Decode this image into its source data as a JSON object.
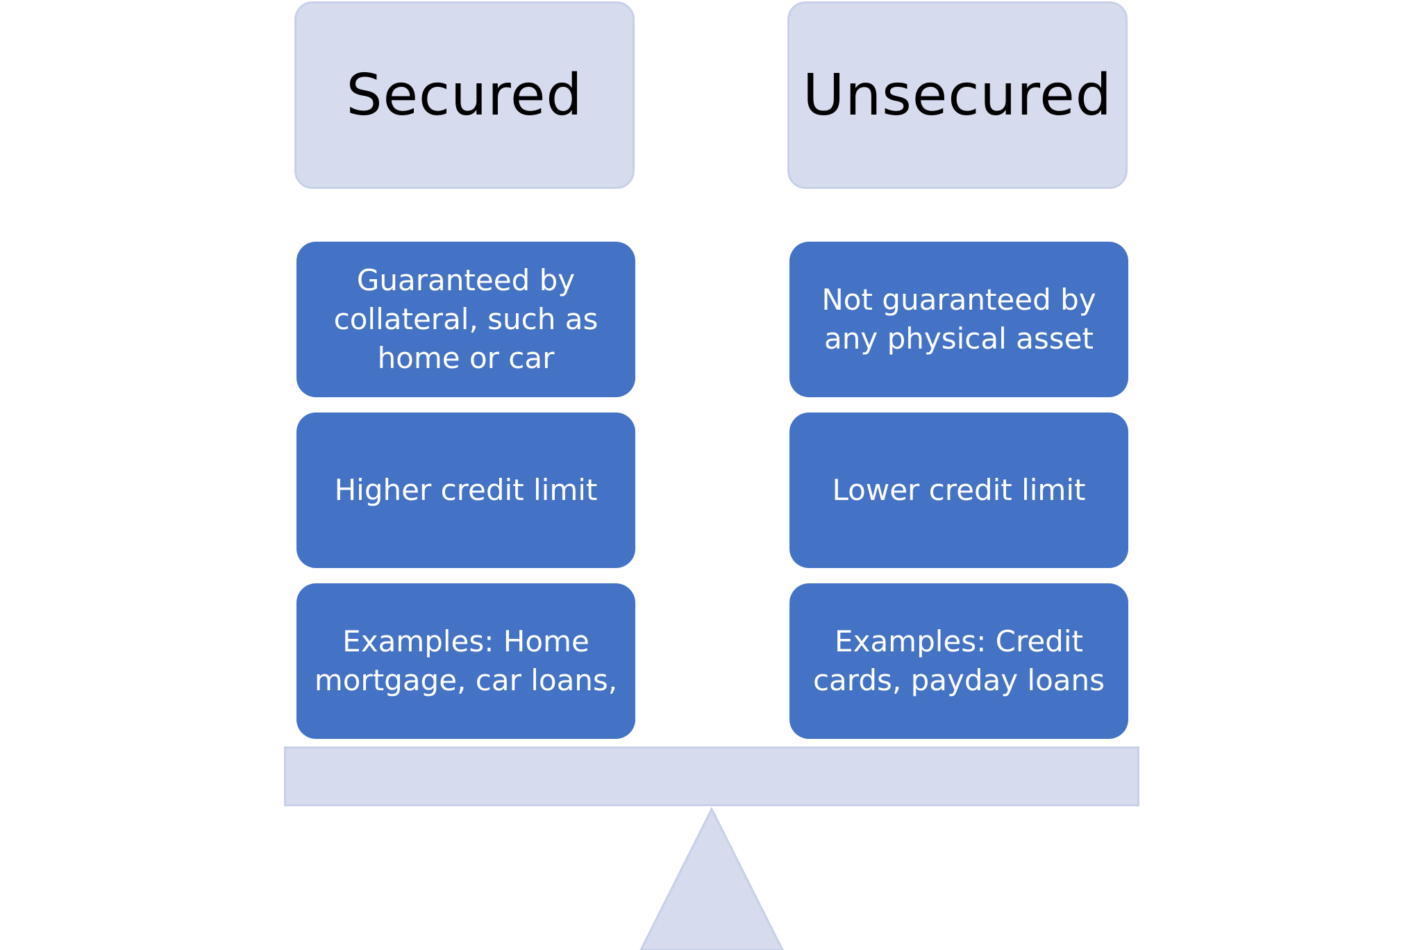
{
  "diagram": {
    "left": {
      "title": "Secured",
      "items": [
        "Guaranteed by\ncollateral, such as\nhome or car",
        "Higher credit limit",
        "Examples: Home\nmortgage, car loans,"
      ]
    },
    "right": {
      "title": "Unsecured",
      "items": [
        "Not guaranteed by\nany physical asset",
        "Lower credit limit",
        "Examples: Credit\ncards, payday loans"
      ]
    },
    "colors": {
      "header_fill": "#d6dbee",
      "item_fill": "#4472c4",
      "item_text": "#ffffff",
      "header_text": "#000000"
    }
  }
}
